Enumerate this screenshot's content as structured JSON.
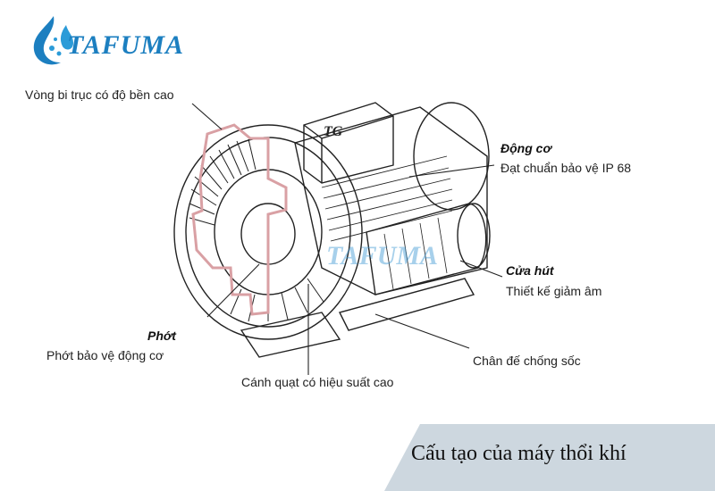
{
  "brand": {
    "name": "TAFUMA",
    "color": "#1c7fc0"
  },
  "watermark": "TAFUMA",
  "motor_plate": "TG",
  "labels": {
    "bearing": "Vòng bi trục có độ bền cao",
    "motor_title": "Động cơ",
    "motor_desc": "Đạt chuẩn bảo vệ IP 68",
    "inlet_title": "Cửa hút",
    "inlet_desc": "Thiết kế giảm âm",
    "base": "Chân đế chống sốc",
    "seal_title": "Phớt",
    "seal_desc": "Phớt bảo vệ động cơ",
    "impeller": "Cánh quạt có hiệu suất cao"
  },
  "caption": {
    "text": "Cấu tạo của máy thổi khí",
    "bar_color": "#cdd7df"
  },
  "colors": {
    "highlight": "#d9a0a4",
    "line": "#222222"
  }
}
